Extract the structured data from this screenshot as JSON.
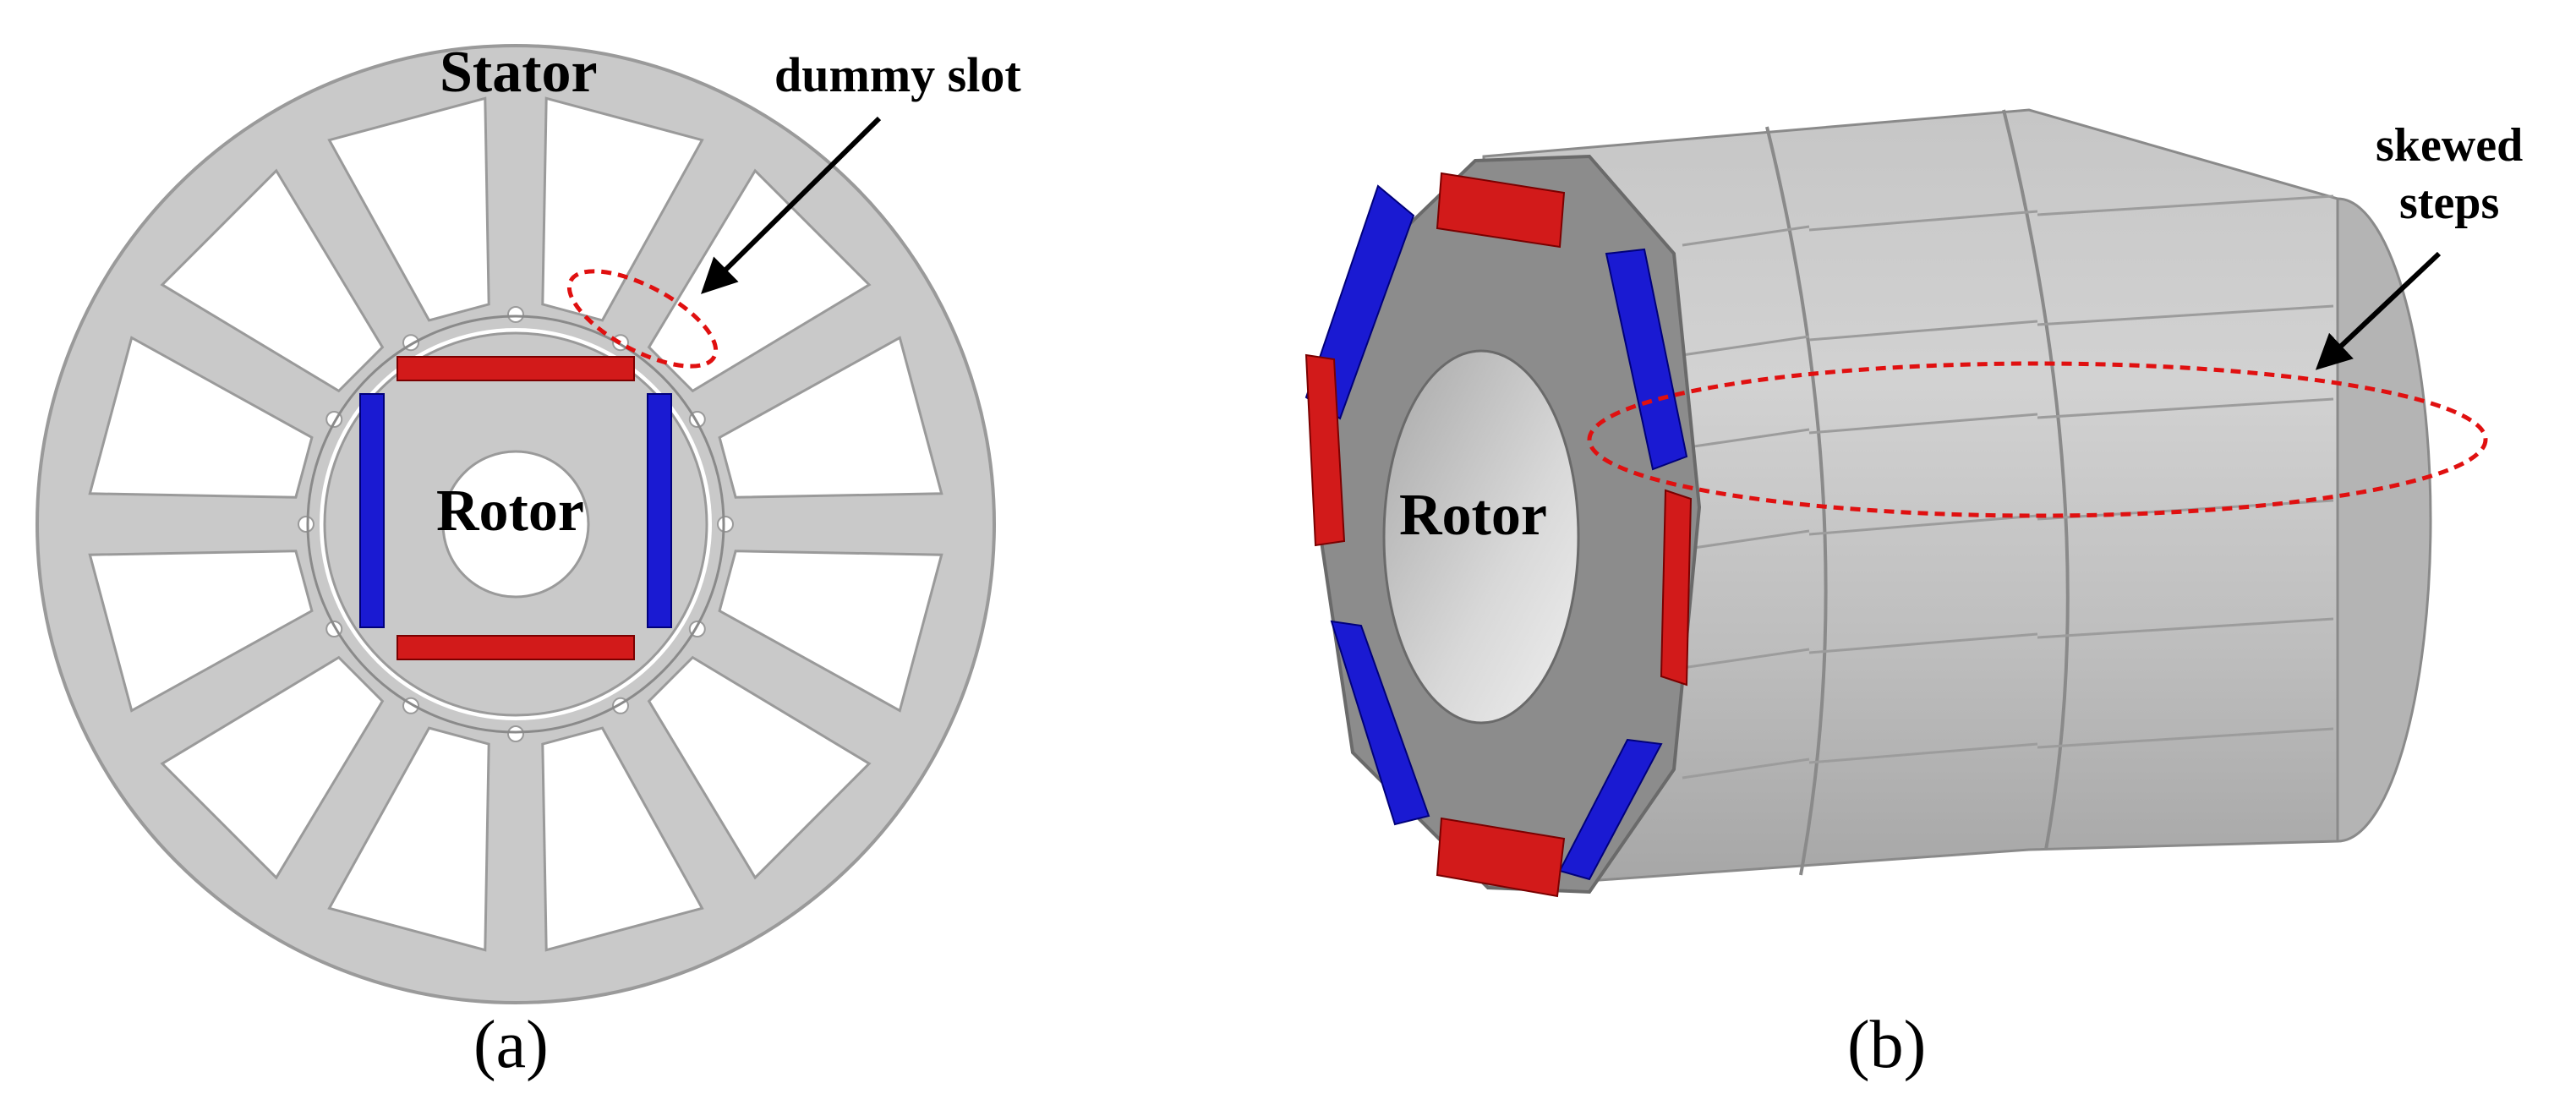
{
  "panel_a": {
    "stator_label": "Stator",
    "rotor_label": "Rotor",
    "annotation": "dummy slot",
    "caption": "(a)",
    "stator_slots": 12,
    "magnet_poles": 4
  },
  "panel_b": {
    "rotor_label": "Rotor",
    "annotation_line1": "skewed",
    "annotation_line2": "steps",
    "caption": "(b)",
    "skew_steps": 3,
    "magnet_poles": 8
  },
  "colors": {
    "steel": "#c9c9c9",
    "steel_dark": "#8e8e8e",
    "rotor_face": "#8c8c8c",
    "magnet_red": "#d21a1a",
    "magnet_blue": "#1a1ad2",
    "highlight": "#e01010"
  },
  "icons": {
    "arrow": "arrow-icon"
  }
}
